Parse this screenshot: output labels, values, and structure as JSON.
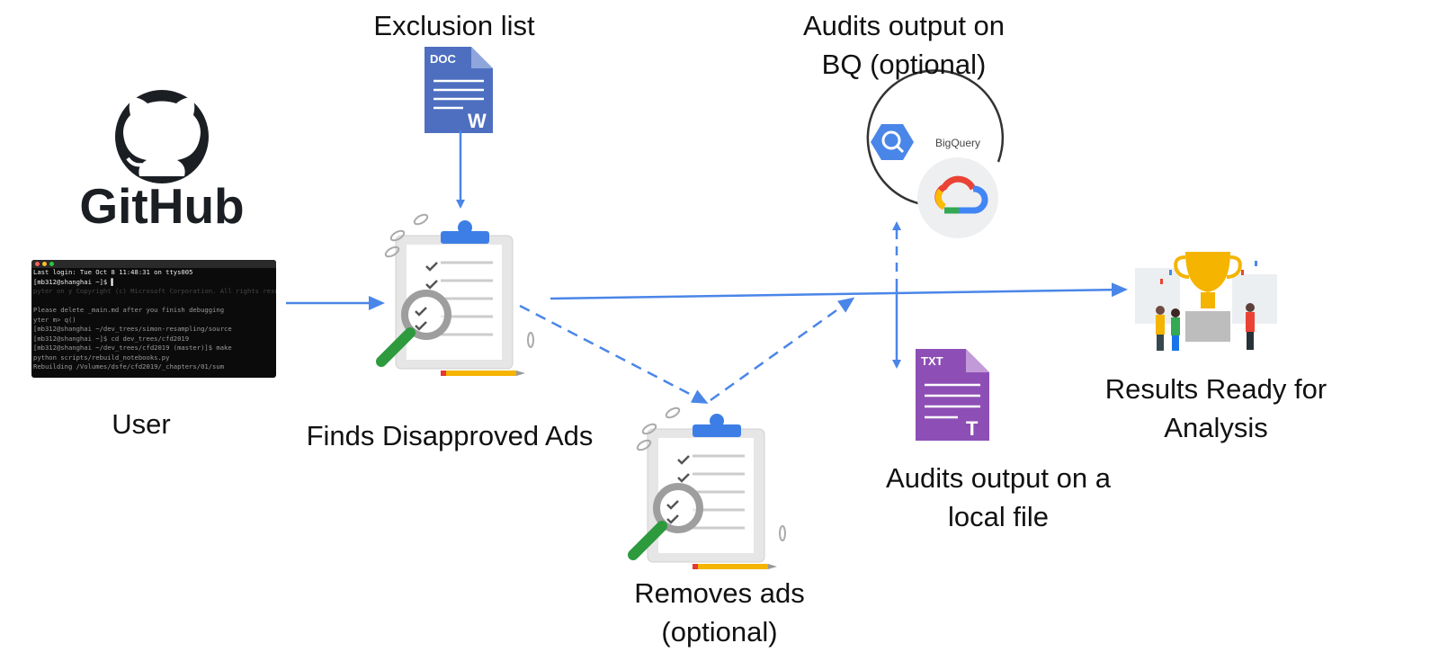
{
  "labels": {
    "exclusion_list": "Exclusion list",
    "audits_bq_line1": "Audits output on",
    "audits_bq_line2": "BQ (optional)",
    "user": "User",
    "finds": "Finds Disapproved Ads",
    "removes_line1": "Removes ads",
    "removes_line2": "(optional)",
    "audits_file_line1": "Audits output on a",
    "audits_file_line2": "local file",
    "results_line1": "Results Ready for",
    "results_line2": "Analysis"
  },
  "logos": {
    "github": "GitHub",
    "bigquery": "BigQuery"
  },
  "doc_icon": {
    "tag": "DOC",
    "letter": "W"
  },
  "txt_icon": {
    "tag": "TXT",
    "letter": "T"
  },
  "terminal_lines": [
    "Last login: Tue Oct  8 11:48:31 on ttys005",
    "[mb312@shanghai ~]$ ▌",
    "pyter on y  Copyright (c) Microsoft Corporation. All rights reserved.",
    "",
    "    Please delete _main.md after you finish debugging",
    "yter m> q()",
    "    [mb312@shanghai ~/dev_trees/simon-resampling/source",
    "    [mb312@shanghai ~]$ cd dev_trees/cfd2019",
    "    [mb312@shanghai ~/dev_trees/cfd2019 (master)]$ make",
    "    python scripts/rebuild_notebooks.py",
    "    Rebuilding /Volumes/dsfe/cfd2019/_chapters/01/sum"
  ],
  "colors": {
    "arrow": "#4a86e8",
    "doc": "#4e6fc0",
    "txt": "#8d4fb5",
    "bigquery": "#4a86e8"
  }
}
